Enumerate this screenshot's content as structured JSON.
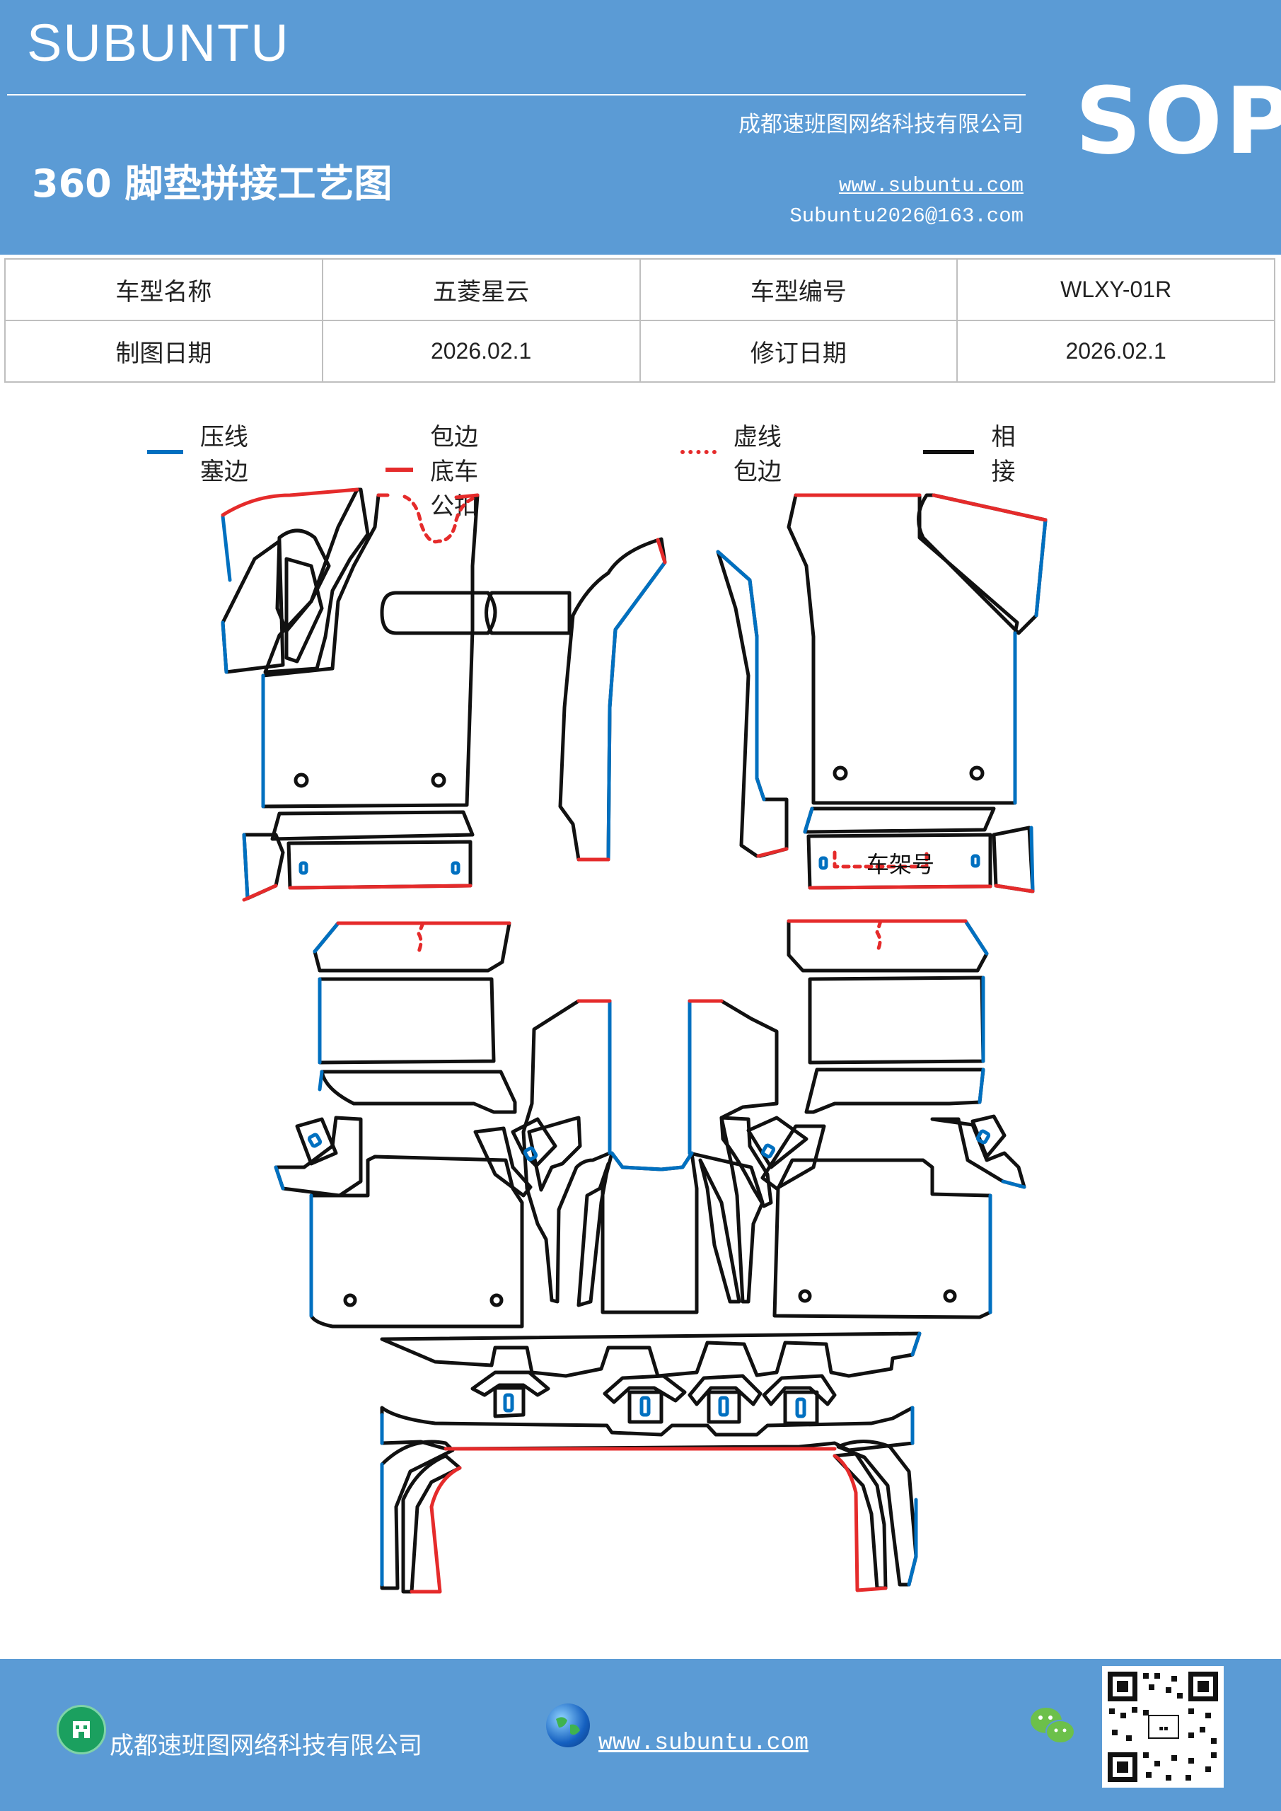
{
  "header": {
    "brand": "SUBUNTU",
    "company": "成都速班图网络科技有限公司",
    "title": "360 脚垫拼接工艺图",
    "website": "www.subuntu.com",
    "email": "Subuntu2026@163.com",
    "badge": "SOP"
  },
  "info_table": {
    "row1": [
      "车型名称",
      "五菱星云",
      "车型编号",
      "WLXY-01R"
    ],
    "row2": [
      "制图日期",
      "2026.02.1",
      "修订日期",
      "2026.02.1"
    ]
  },
  "legend": [
    {
      "label": "压线塞边",
      "color": "#0070c0",
      "style": "solid"
    },
    {
      "label": "包边底车公扣",
      "color": "#e52b2b",
      "style": "solid"
    },
    {
      "label": "虚线包边",
      "color": "#e52b2b",
      "style": "dotted"
    },
    {
      "label": "相接",
      "color": "#111111",
      "style": "solid"
    }
  ],
  "drawing": {
    "chassis_label": "车架号"
  },
  "footer": {
    "company": "成都速班图网络科技有限公司",
    "website": "www.subuntu.com",
    "icons": [
      "building-icon",
      "globe-icon",
      "wechat-icon",
      "qr-code"
    ]
  },
  "colors": {
    "header_bg": "#5b9bd5",
    "blue_line": "#0070c0",
    "red_line": "#e52b2b",
    "black_line": "#111111"
  }
}
